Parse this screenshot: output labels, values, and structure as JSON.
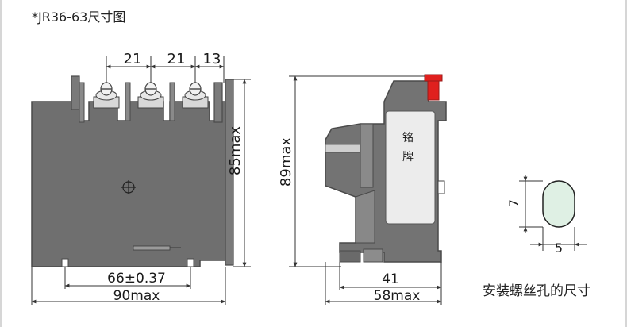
{
  "title": "*JR36-63尺寸图",
  "caption": "安装螺丝孔的尺寸",
  "front_view": {
    "top_dims": [
      "21",
      "21",
      "13"
    ],
    "height_dim": "85max",
    "inner_width_dim": "66±0.37",
    "outer_width_dim": "90max"
  },
  "side_view": {
    "height_dim": "89max",
    "plate_label": "铭\n牌",
    "inner_depth_dim": "41",
    "outer_depth_dim": "58max"
  },
  "mount_hole": {
    "height_dim": "7",
    "width_dim": "5"
  },
  "colors": {
    "body": "#6f6f6f",
    "body_dark": "#555555",
    "body_light": "#8a8a8a",
    "reset_button": "#e0201e",
    "hole_fill": "#dff0e4",
    "dim_line": "#333333"
  },
  "icons": [
    "screw-terminal-icon",
    "crosshair-screw-icon",
    "hole-slot-icon"
  ]
}
